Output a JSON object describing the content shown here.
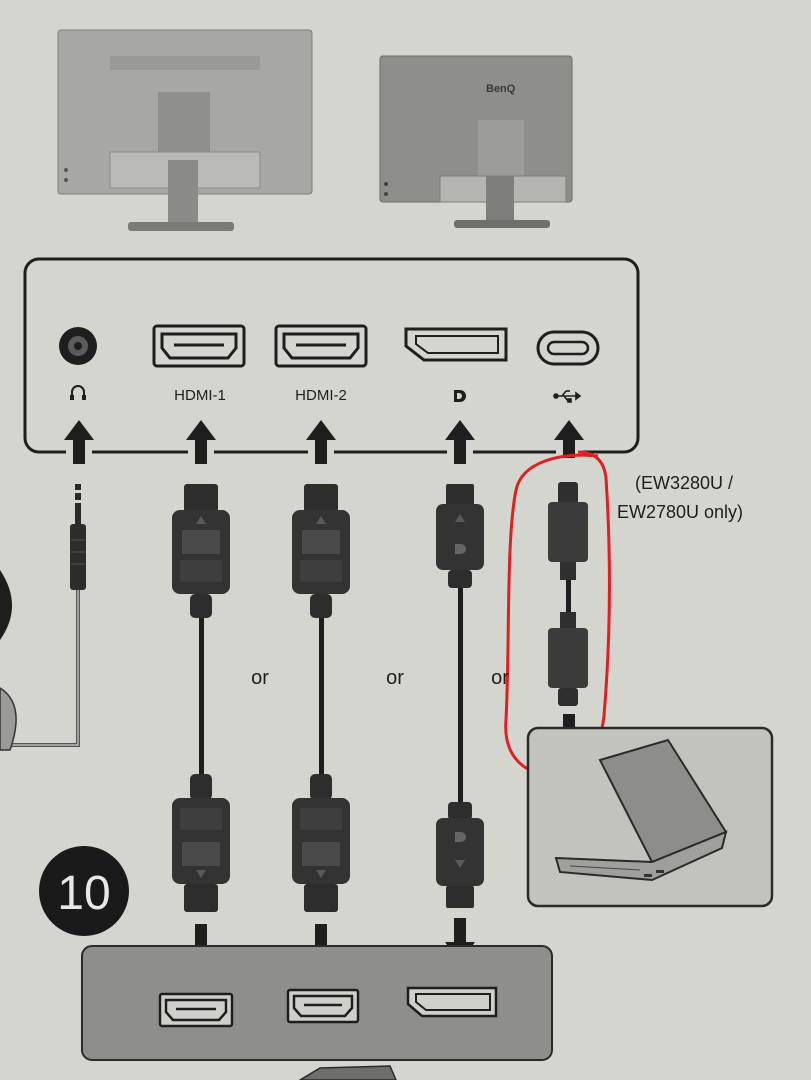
{
  "monitors": {
    "left_brand": "",
    "right_brand": "BenQ"
  },
  "ports": [
    {
      "id": "audio",
      "label": "∩",
      "icon": "headphone-icon"
    },
    {
      "id": "hdmi1",
      "label": "HDMI-1",
      "icon": "hdmi-port-icon"
    },
    {
      "id": "hdmi2",
      "label": "HDMI-2",
      "icon": "hdmi-port-icon"
    },
    {
      "id": "dp",
      "label": "D",
      "icon": "displayport-logo-icon"
    },
    {
      "id": "usbc",
      "label": "",
      "icon": "usb-trident-icon"
    }
  ],
  "or_labels": [
    "or",
    "or",
    "or"
  ],
  "model_note": {
    "line1": "(EW3280U /",
    "line2": "EW2780U only)"
  },
  "step_number": "10",
  "highlight": {
    "color": "#e02020",
    "target": "usbc-cable"
  },
  "colors": {
    "paper": "#d4d5cf",
    "ink": "#1e1e1e",
    "monitor_gray": "#a8a9a4",
    "connector": "#3a3a3a"
  }
}
